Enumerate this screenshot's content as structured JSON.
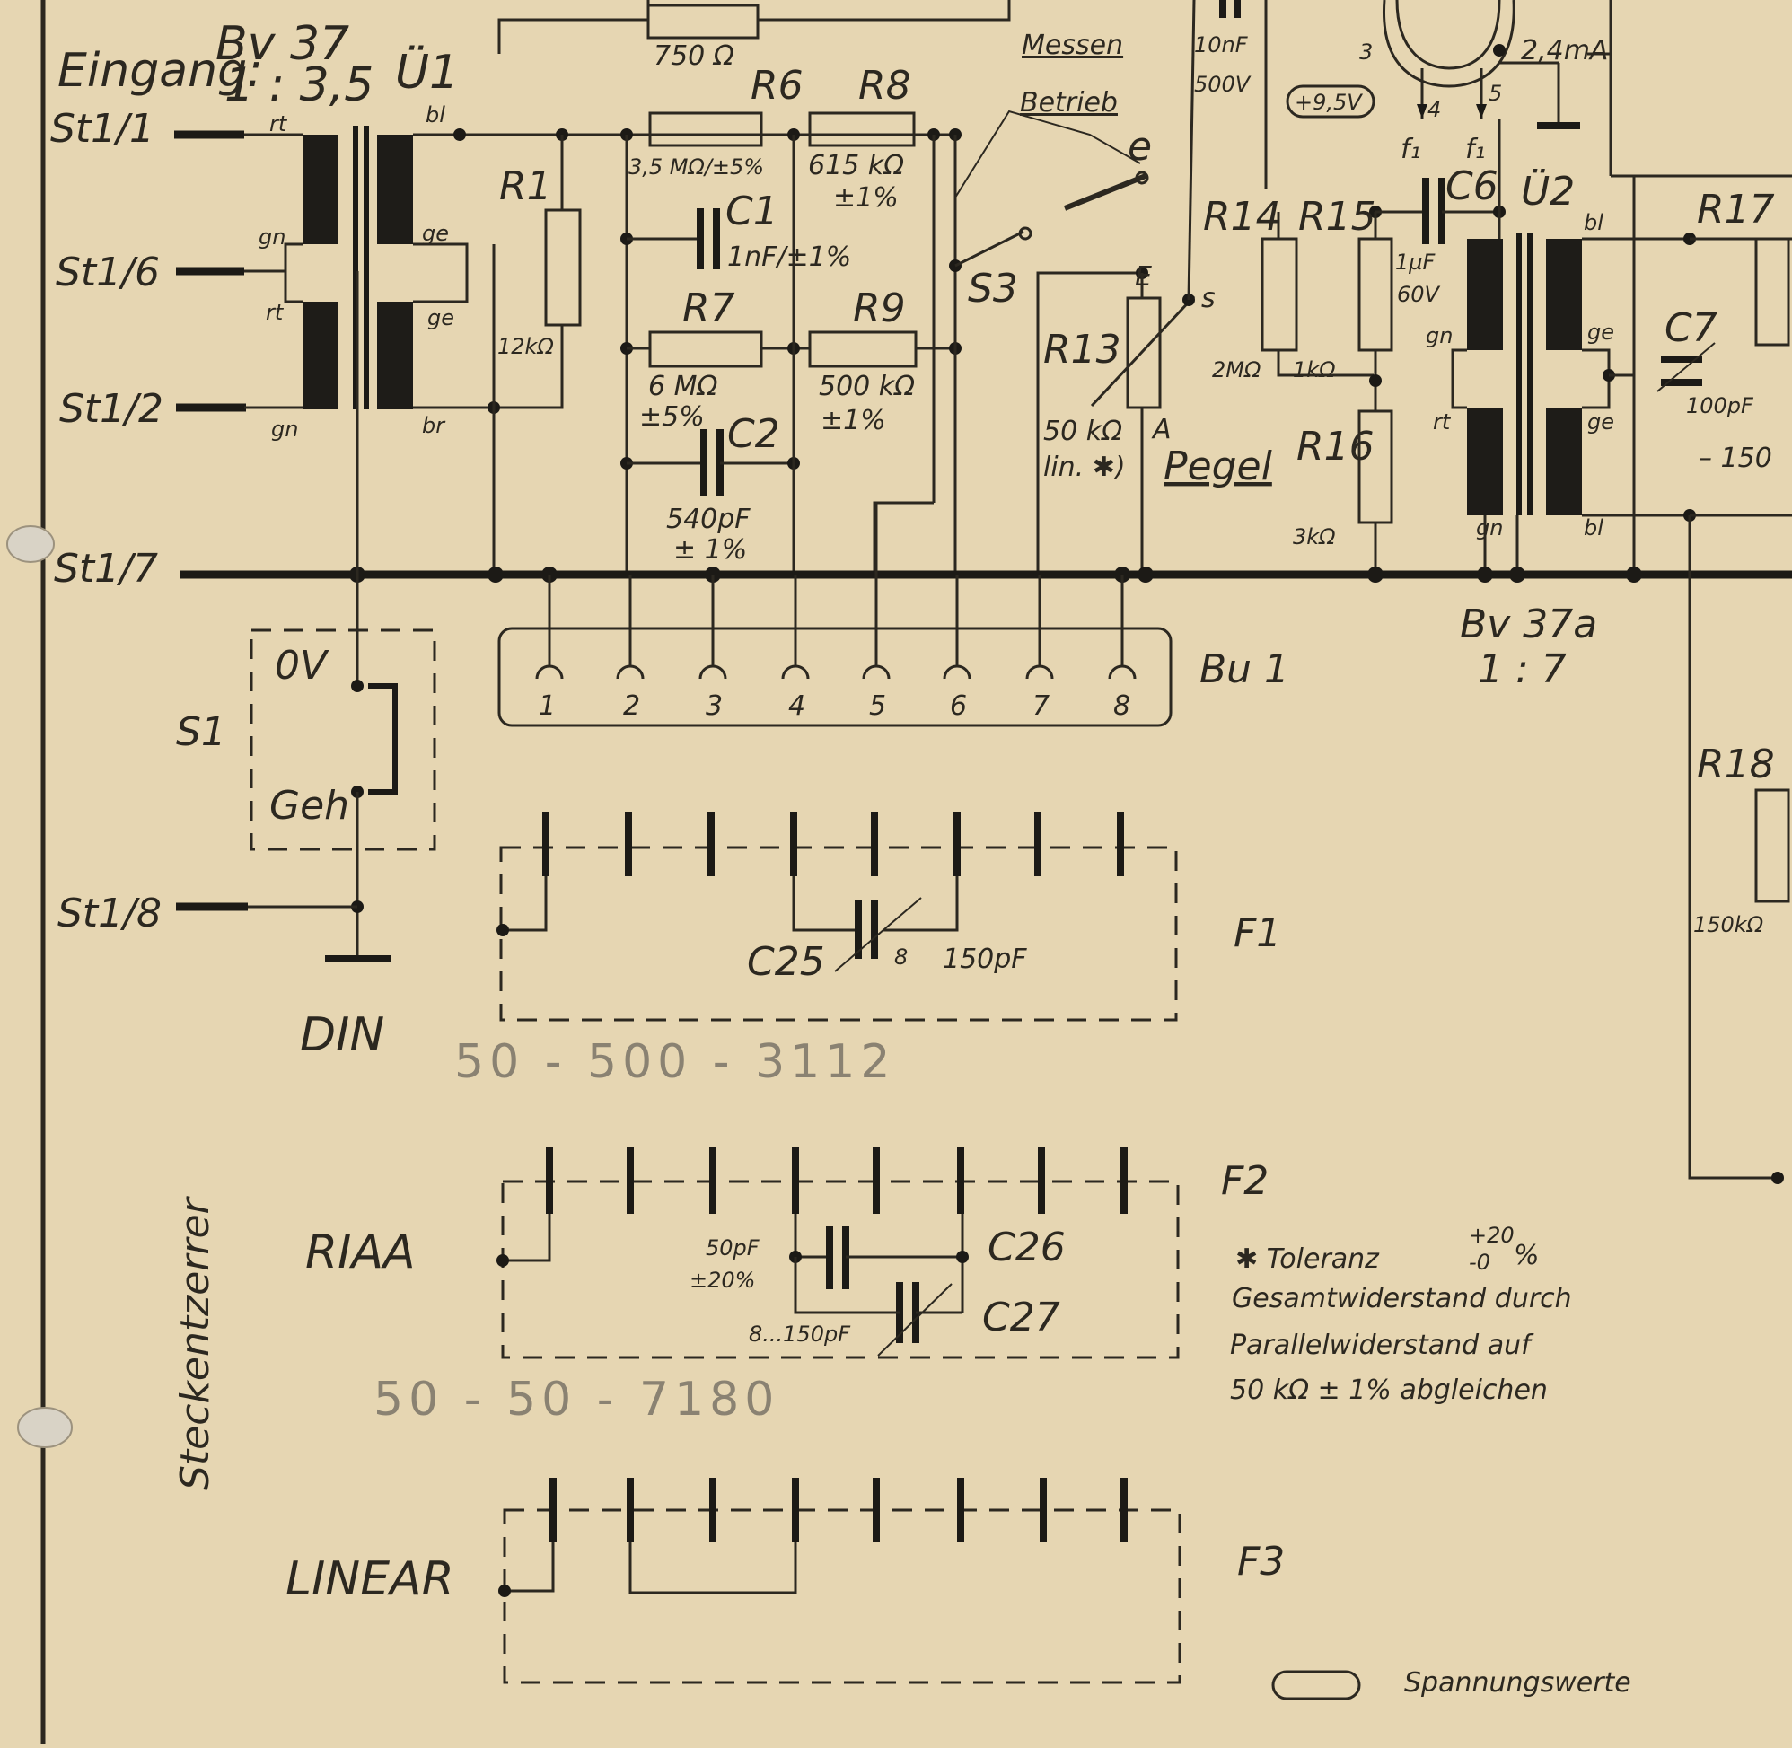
{
  "input": {
    "title_eingang": "Eingang:",
    "bv": "Bv 37",
    "ratio": "1 : 3,5",
    "transformer": "Ü1"
  },
  "terminals": [
    "St1/1",
    "St1/6",
    "St1/2",
    "St1/7",
    "St1/8"
  ],
  "wire_colors": {
    "rt": "rt",
    "gn": "gn",
    "bl": "bl",
    "ge": "ge",
    "br": "br"
  },
  "components": {
    "r_top_value": "750 Ω",
    "r6": "R6",
    "r6_value": "3,5 MΩ/±5%",
    "r8": "R8",
    "r8_value": "615 kΩ",
    "r8_tol": "±1%",
    "r1": "R1",
    "r1_value": "12kΩ",
    "c1": "C1",
    "c1_value": "1nF/±1%",
    "r7": "R7",
    "r7_value": "6 MΩ",
    "r7_tol": "±5%",
    "r9": "R9",
    "r9_value": "500 kΩ",
    "r9_tol": "±1%",
    "c2": "C2",
    "c2_value": "540pF",
    "c2_tol": "± 1%",
    "s3": "S3",
    "r13": "R13",
    "r13_value": "50 kΩ",
    "r13_note": "lin. ✱)",
    "r14": "R14",
    "r14_value": "2MΩ",
    "r15": "R15",
    "r15_value": "1kΩ",
    "r16": "R16",
    "r16_value": "3kΩ",
    "r17": "R17",
    "r18": "R18",
    "r18_value": "150kΩ",
    "c6": "C6",
    "c6_value": "1µF",
    "c6_volt": "60V",
    "c_top_value": "10nF",
    "c_top_volt": "500V",
    "u2": "Ü2",
    "c7": "C7",
    "c7_value": "100pF",
    "volt_marker": "+9,5V",
    "current": "2,4mA",
    "neg_value": "– 150"
  },
  "switch_labels": {
    "messen": "Messen",
    "betrieb": "Betrieb",
    "e": "e",
    "s": "s",
    "E": "E",
    "A": "A",
    "pegel": "Pegel"
  },
  "tube_pins": {
    "p3": "3",
    "p4": "4",
    "p5": "5",
    "f1a": "f₁",
    "f1b": "f₁"
  },
  "bv37a": {
    "name": "Bv 37a",
    "ratio": "1 : 7"
  },
  "s1": {
    "name": "S1",
    "ov": "0V",
    "geh": "Geh"
  },
  "din": "DIN",
  "bu1": {
    "name": "Bu 1",
    "pins": [
      "1",
      "2",
      "3",
      "4",
      "5",
      "6",
      "7",
      "8"
    ]
  },
  "filters": {
    "f1": {
      "name": "F1",
      "c25": "C25",
      "c25_min": "8",
      "c25_value": "150pF"
    },
    "f2": {
      "name": "F2",
      "riaa": "RIAA",
      "c26": "C26",
      "c26_value": "50pF",
      "c26_tol": "±20%",
      "c27": "C27",
      "c27_value": "8...150pF"
    },
    "f3": {
      "name": "F3",
      "linear": "LINEAR"
    }
  },
  "steckentzerrer": "Steckentzerrer",
  "notes": {
    "toleranz": "✱ Toleranz",
    "tol_plus": "+20",
    "tol_minus": "-0",
    "tol_pct": "%",
    "line1": "Gesamtwiderstand durch",
    "line2": "Parallelwiderstand auf",
    "line3": "50 kΩ  ± 1% abgleichen"
  },
  "legend": {
    "spannungswerte": "Spannungswerte"
  },
  "pencil_notes": {
    "din_code": "50 - 500 - 3112",
    "riaa_code": "50 - 50 - 7180"
  }
}
